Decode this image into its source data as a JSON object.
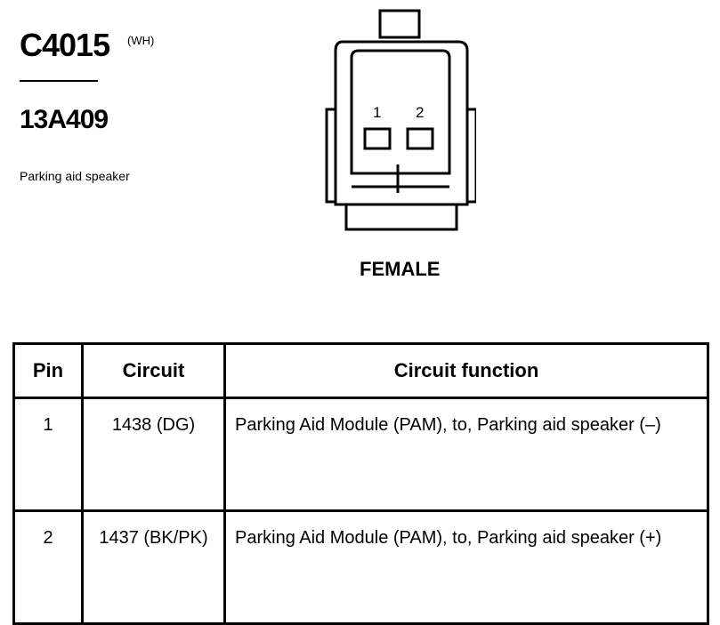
{
  "connector": {
    "id": "C4015",
    "color_code": "(WH)",
    "part_number": "13A409",
    "description": "Parking aid speaker",
    "gender": "FEMALE",
    "pin_labels": [
      "1",
      "2"
    ]
  },
  "table": {
    "headers": [
      "Pin",
      "Circuit",
      "Circuit function"
    ],
    "rows": [
      {
        "pin": "1",
        "circuit": "1438 (DG)",
        "function": "Parking Aid Module (PAM), to, Parking aid speaker (–)"
      },
      {
        "pin": "2",
        "circuit": "1437 (BK/PK)",
        "function": "Parking Aid Module (PAM), to, Parking aid speaker (+)"
      }
    ]
  }
}
